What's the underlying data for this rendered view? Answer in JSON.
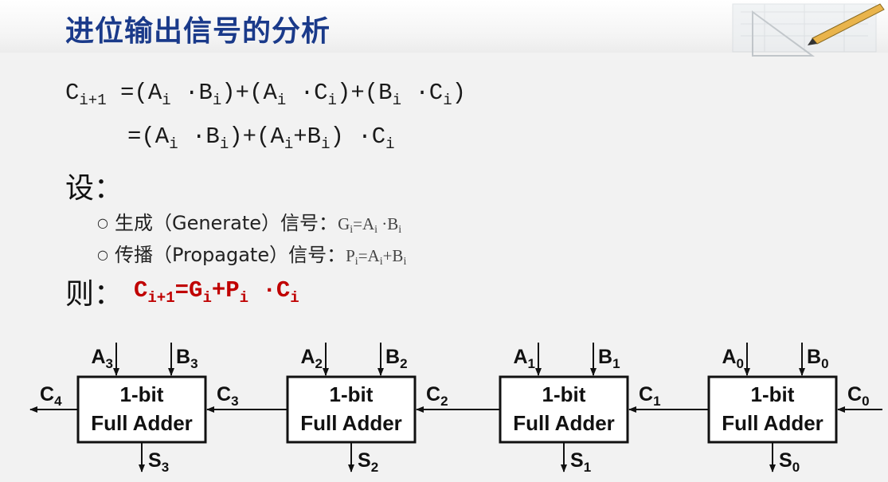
{
  "title": "进位输出信号的分析",
  "equations": {
    "line1": [
      {
        "t": "C"
      },
      {
        "s": "i+1"
      },
      {
        "t": " =(A"
      },
      {
        "s": "i"
      },
      {
        "t": " ·B"
      },
      {
        "s": "i"
      },
      {
        "t": ")+(A"
      },
      {
        "s": "i"
      },
      {
        "t": " ·C"
      },
      {
        "s": "i"
      },
      {
        "t": ")+(B"
      },
      {
        "s": "i"
      },
      {
        "t": " ·C"
      },
      {
        "s": "i"
      },
      {
        "t": ")"
      }
    ],
    "line2": [
      {
        "t": "=(A"
      },
      {
        "s": "i"
      },
      {
        "t": " ·B"
      },
      {
        "s": "i"
      },
      {
        "t": ")+(A"
      },
      {
        "s": "i"
      },
      {
        "t": "+B"
      },
      {
        "s": "i"
      },
      {
        "t": ") ·C"
      },
      {
        "s": "i"
      }
    ]
  },
  "set_label": "设：",
  "bullets": {
    "generate": {
      "text": "生成（Generate）信号：",
      "formula": [
        {
          "t": "G"
        },
        {
          "s": "i"
        },
        {
          "t": "=A"
        },
        {
          "s": "i"
        },
        {
          "t": " ·B"
        },
        {
          "s": "i"
        }
      ]
    },
    "propagate": {
      "text": "传播（Propagate）信号：",
      "formula": [
        {
          "t": "P"
        },
        {
          "s": "i"
        },
        {
          "t": "=A"
        },
        {
          "s": "i"
        },
        {
          "t": "+B"
        },
        {
          "s": "i"
        }
      ]
    }
  },
  "then_label": "则：",
  "then_formula": [
    {
      "t": "C"
    },
    {
      "s": "i+1"
    },
    {
      "t": "=G"
    },
    {
      "s": "i"
    },
    {
      "t": "+P"
    },
    {
      "s": "i"
    },
    {
      "t": " ·C"
    },
    {
      "s": "i"
    }
  ],
  "adders": [
    {
      "line1": "1-bit",
      "line2": "Full Adder",
      "a": "A",
      "b": "B",
      "s": "S",
      "cin": "C",
      "cout": "C",
      "idx": "3",
      "cin_idx": "3",
      "cout_idx": "4"
    },
    {
      "line1": "1-bit",
      "line2": "Full Adder",
      "a": "A",
      "b": "B",
      "s": "S",
      "cin": "C",
      "idx": "2",
      "cin_idx": "2"
    },
    {
      "line1": "1-bit",
      "line2": "Full Adder",
      "a": "A",
      "b": "B",
      "s": "S",
      "cin": "C",
      "idx": "1",
      "cin_idx": "1"
    },
    {
      "line1": "1-bit",
      "line2": "Full Adder",
      "a": "A",
      "b": "B",
      "s": "S",
      "cin": "C",
      "idx": "0",
      "cin_idx": "0"
    }
  ],
  "colors": {
    "title": "#1a3a8a",
    "highlight": "#c00000",
    "text": "#111111"
  }
}
